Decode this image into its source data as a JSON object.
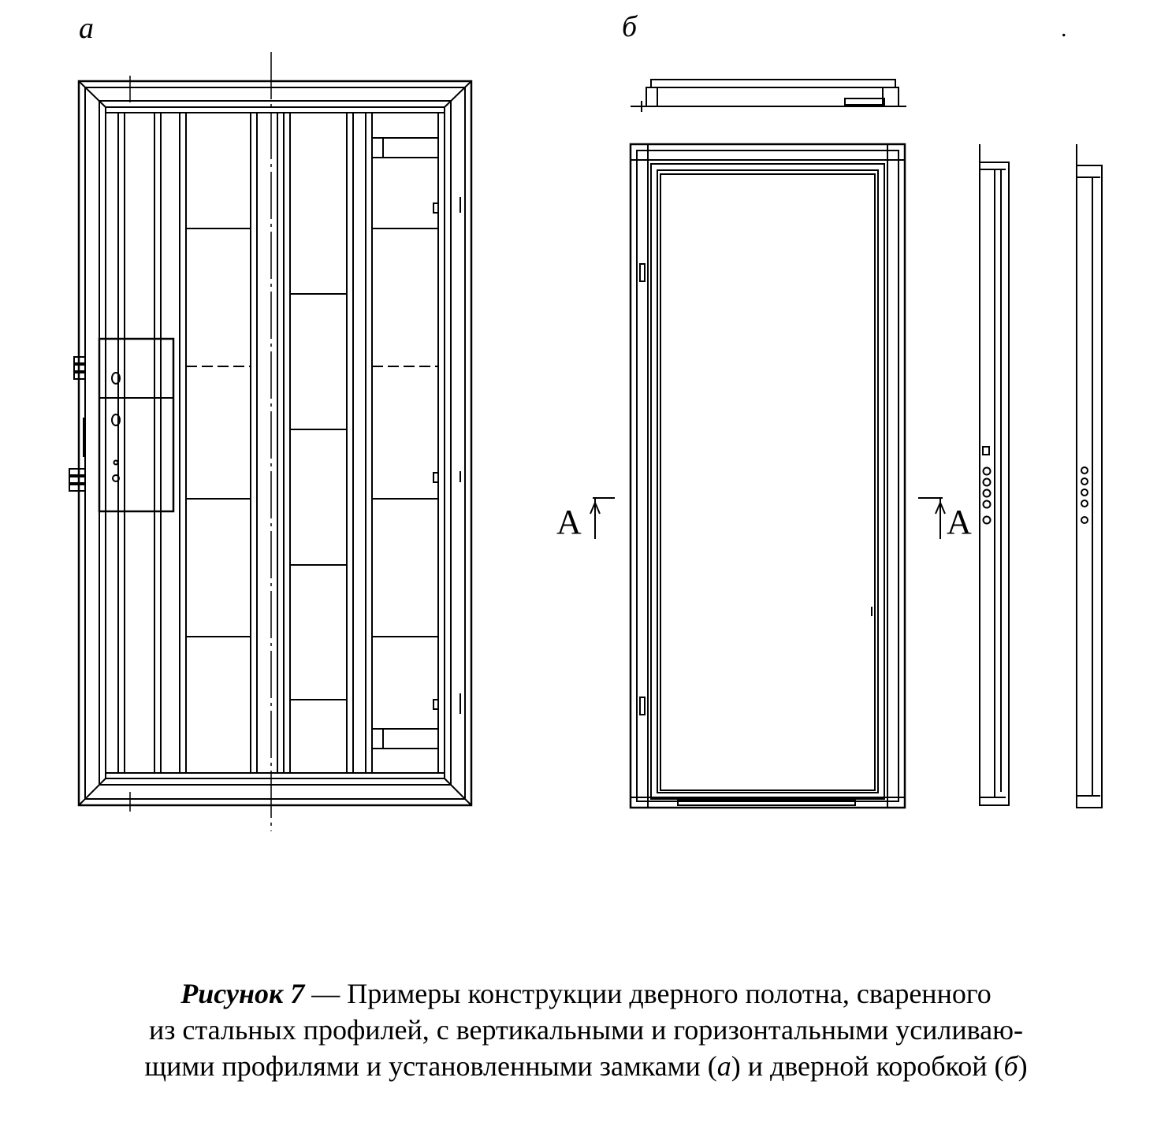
{
  "labels": {
    "part_a": "а",
    "part_b": "б",
    "dot": ".",
    "section_left": "А",
    "section_right": "А"
  },
  "caption": {
    "figure": "Рисунок 7",
    "dash": " — ",
    "line1_rest": "Примеры конструкции дверного полотна, сваренного",
    "line2": "из стальных профилей, с вертикальными и горизонтальными усиливаю-",
    "line3_start": "щими профилями и установленными замками (",
    "line3_a": "а",
    "line3_mid": ") и дверной коробкой (",
    "line3_b": "б",
    "line3_end": ")"
  }
}
